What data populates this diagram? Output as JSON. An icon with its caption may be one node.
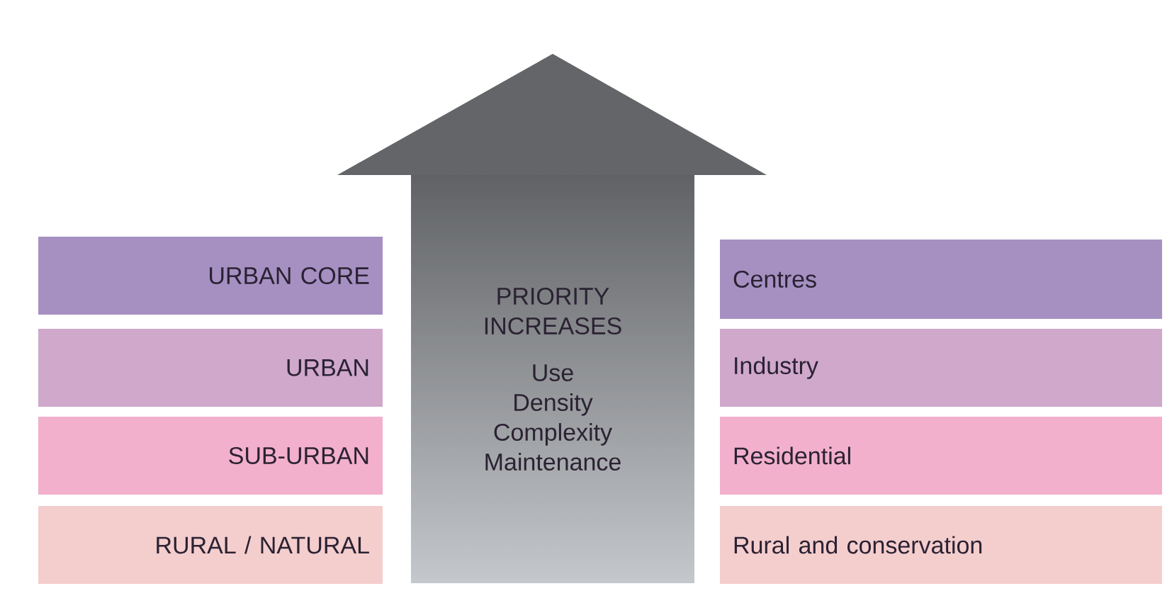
{
  "diagram": {
    "nodes": [
      {
        "text": [
          "URBAN CORE"
        ]
      },
      {
        "text": [
          "URBAN"
        ]
      },
      {
        "text": [
          "SUB-URBAN"
        ]
      },
      {
        "text": [
          "RURAL / NATURAL"
        ]
      },
      {
        "text": [
          "PRIORITY INCREASES",
          "Use Density Complexity Maintenance"
        ]
      },
      {
        "text": [
          "Centres"
        ]
      },
      {
        "text": [
          "Industry"
        ]
      },
      {
        "text": [
          "Residential"
        ]
      },
      {
        "text": [
          "Rural and conservation"
        ]
      }
    ]
  }
}
